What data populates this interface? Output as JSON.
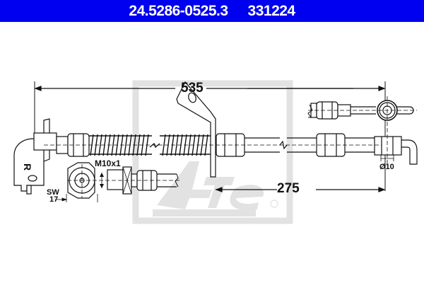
{
  "header": {
    "part_number": "24.5286-0525.3",
    "ref_number": "331224",
    "background_color": "#0000f0"
  },
  "dimensions": {
    "overall_length": "535",
    "bracket_to_end": "275",
    "thread": "M10x1",
    "wrench_size_label": "SW",
    "wrench_size_value": "17",
    "fitting_diameter": "Ø10"
  },
  "labels": {
    "side_marker": "R"
  },
  "watermark": {
    "brand": "Ate",
    "registered_mark": "®"
  }
}
